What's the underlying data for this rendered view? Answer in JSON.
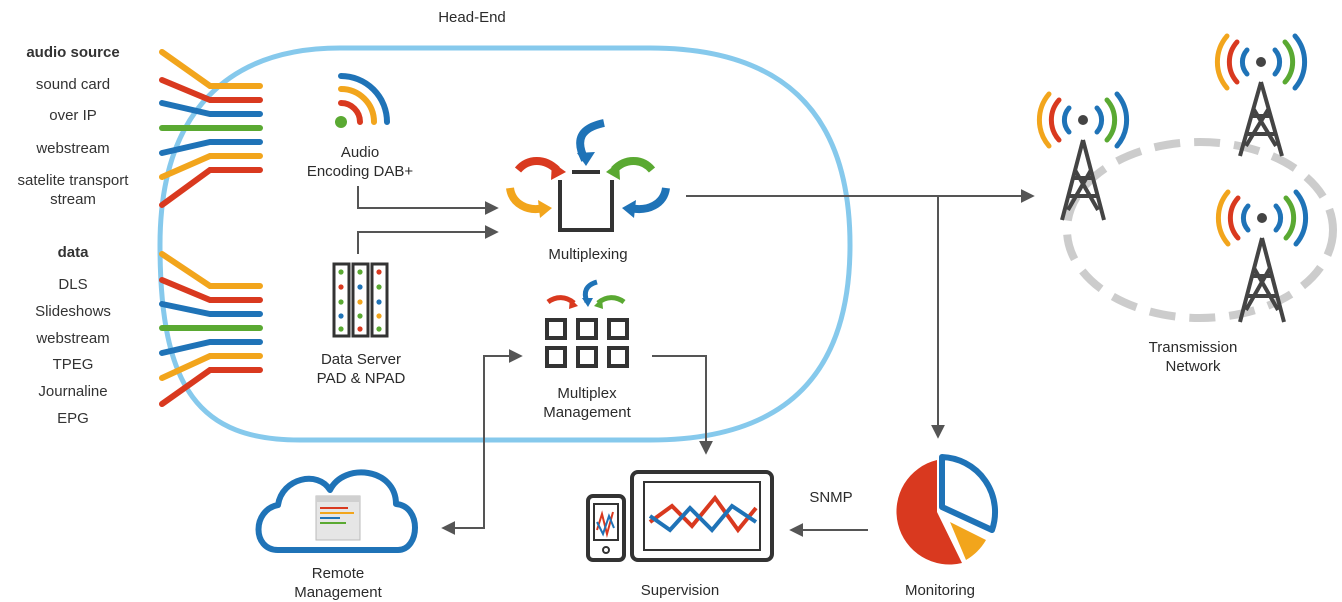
{
  "colors": {
    "headend_outline": "#7cc6ea",
    "orange": "#f2a51c",
    "red": "#d9391f",
    "blue": "#1f73b7",
    "green": "#5aa932",
    "arrow": "#555555",
    "dark": "#333333",
    "dashed_ring": "#cccccc"
  },
  "headend": {
    "title": "Head-End"
  },
  "audio_sources": {
    "heading": "audio source",
    "items": [
      "sound card",
      "over IP",
      "webstream",
      "satelite transport",
      "stream"
    ]
  },
  "data_sources": {
    "heading": "data",
    "items": [
      "DLS",
      "Slideshows",
      "webstream",
      "TPEG",
      "Journaline",
      "EPG"
    ]
  },
  "nodes": {
    "audio_encoding": {
      "line1": "Audio",
      "line2": "Encoding DAB+",
      "icon": "broadcast-signal-icon"
    },
    "multiplexing": {
      "label": "Multiplexing",
      "icon": "multiplexing-icon"
    },
    "data_server": {
      "line1": "Data Server",
      "line2": "PAD & NPAD",
      "icon": "server-rack-icon"
    },
    "multiplex_management": {
      "line1": "Multiplex",
      "line2": "Management",
      "icon": "grid-icon"
    },
    "transmission_network": {
      "line1": "Transmission",
      "line2": "Network",
      "icon": "antenna-tower-icon"
    },
    "remote_management": {
      "line1": "Remote",
      "line2": "Management",
      "icon": "cloud-icon"
    },
    "supervision": {
      "label": "Supervision",
      "icon": "monitor-icon"
    },
    "monitoring": {
      "label": "Monitoring",
      "icon": "pie-chart-icon"
    },
    "snmp": {
      "label": "SNMP"
    }
  }
}
